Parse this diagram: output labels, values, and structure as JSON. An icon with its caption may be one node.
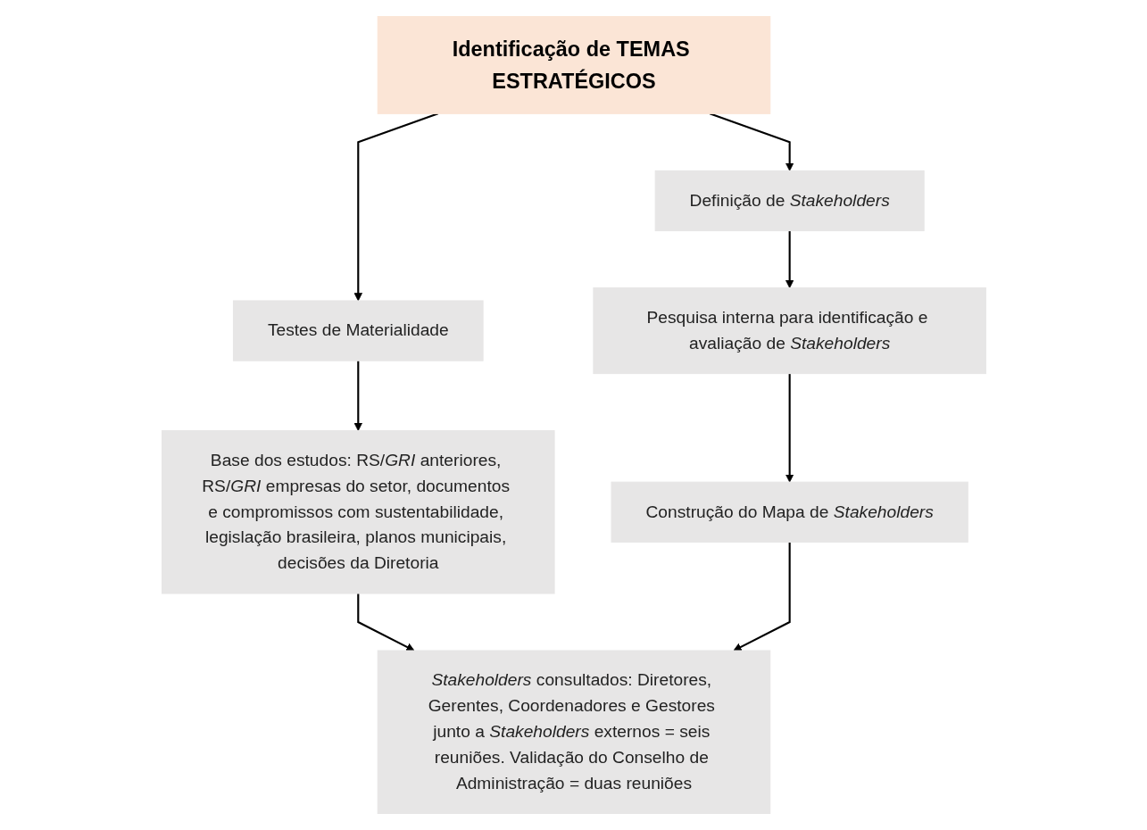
{
  "diagram": {
    "nodes": [
      {
        "text": [
          "Identificação de TEMAS ESTRATÉGICOS"
        ]
      },
      {
        "text": [
          "Testes de Materialidade"
        ]
      },
      {
        "text": [
          "Definição de *Stakeholders*"
        ]
      },
      {
        "text": [
          "Base dos estudos: RS/*GRI* anteriores, RS/*GRI* empresas do setor, documentos e compromissos com sustentabilidade, legislação brasileira, planos municipais, decisões da Diretoria"
        ]
      },
      {
        "text": [
          "*Stakeholders* consultados: Diretores, Gerentes, Coordenadores e Gestores junto a *Stakeholders* externos = seis reuniões. Validação do Conselho de Administração = duas reuniões"
        ]
      },
      {
        "text": [
          "Pesquisa interna para identificação e avaliação de *Stakeholders*"
        ]
      },
      {
        "text": [
          "Construção do Mapa de *Stakeholders*"
        ]
      }
    ],
    "edges": [
      {
        "from": 0,
        "to": 1,
        "arrow": "to"
      },
      {
        "from": 0,
        "to": 2,
        "arrow": "to"
      },
      {
        "from": 1,
        "to": 3,
        "arrow": "to"
      },
      {
        "from": 3,
        "to": 4,
        "arrow": "to"
      },
      {
        "from": 2,
        "to": 5,
        "arrow": "to"
      },
      {
        "from": 5,
        "to": 6,
        "arrow": "to"
      },
      {
        "from": 6,
        "to": 4,
        "arrow": "to"
      }
    ]
  }
}
